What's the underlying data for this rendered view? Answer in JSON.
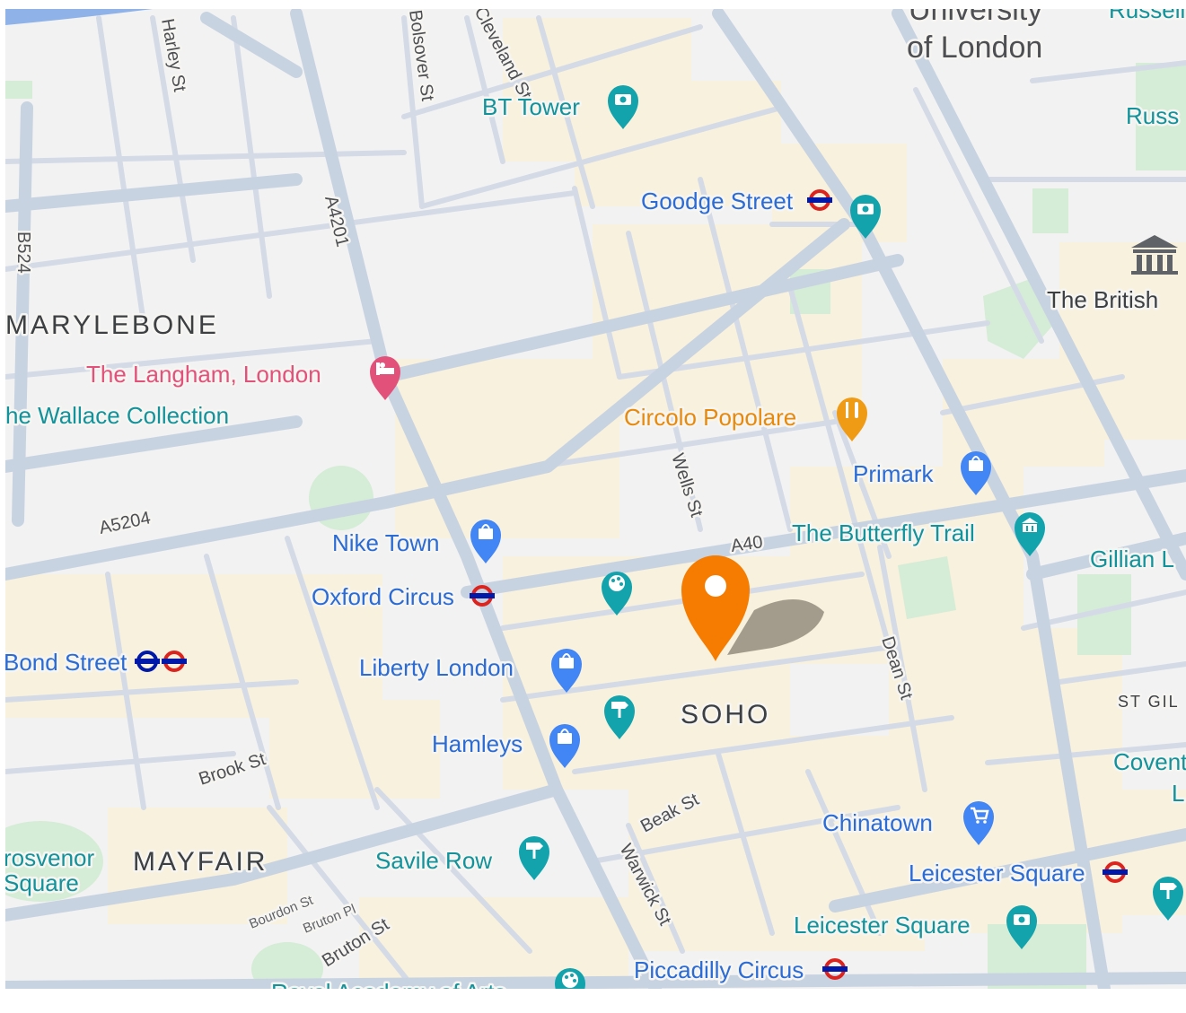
{
  "colors": {
    "land": "#f2f2f2",
    "block": "#f8f1dd",
    "road_major": "#c8d3e2",
    "road_minor": "#d4dbe6",
    "park": "#d5ecd6",
    "water": "#8fb3e8",
    "marker": "#f57c00"
  },
  "areas": {
    "marylebone": "MARYLEBONE",
    "mayfair": "MAYFAIR",
    "soho": "SOHO",
    "st_giles": "ST GIL",
    "university": "University",
    "of_london": "of London"
  },
  "roads": {
    "a4201": "A4201",
    "b524": "B524",
    "a5204": "A5204",
    "a40": "A40",
    "harley": "Harley St",
    "bolsover": "Bolsover St",
    "cleveland": "Cleveland St",
    "wells": "Wells St",
    "dean": "Dean St",
    "brook": "Brook St",
    "beak": "Beak St",
    "warwick": "Warwick St",
    "bourdon": "Bourdon St",
    "bruton_pl": "Bruton Pl",
    "bruton_st": "Bruton St"
  },
  "pois": {
    "bt_tower": "BT Tower",
    "goodge_street": "Goodge Street",
    "russell_top": "Russell",
    "russell_right": "Russ",
    "british_museum": "The British",
    "langham": "The Langham, London",
    "wallace": "he Wallace Collection",
    "circolo": "Circolo Popolare",
    "primark": "Primark",
    "nike_town": "Nike Town",
    "butterfly": "The Butterfly Trail",
    "gillian": "Gillian L",
    "oxford_circus": "Oxford Circus",
    "bond_street": "Bond Street",
    "liberty": "Liberty London",
    "hamleys": "Hamleys",
    "covent": "Covent",
    "covent_l": "L",
    "chinatown": "Chinatown",
    "leicester_sq_station": "Leicester Square",
    "leicester_sq": "Leicester Square",
    "grosvenor1": "rosvenor",
    "grosvenor2": "Square",
    "savile_row": "Savile Row",
    "piccadilly": "Piccadilly Circus",
    "royal_academy": "Royal Academy of Arts"
  },
  "icons": {
    "camera": "camera-icon",
    "underground": "underground-icon",
    "shopping": "shopping-bag-icon",
    "hotel": "hotel-icon",
    "restaurant": "restaurant-icon",
    "museum": "museum-icon",
    "art": "palette-icon",
    "attraction": "signpost-icon",
    "cart": "shopping-cart-icon",
    "landmark": "landmark-icon",
    "location_marker": "location-marker-icon"
  }
}
